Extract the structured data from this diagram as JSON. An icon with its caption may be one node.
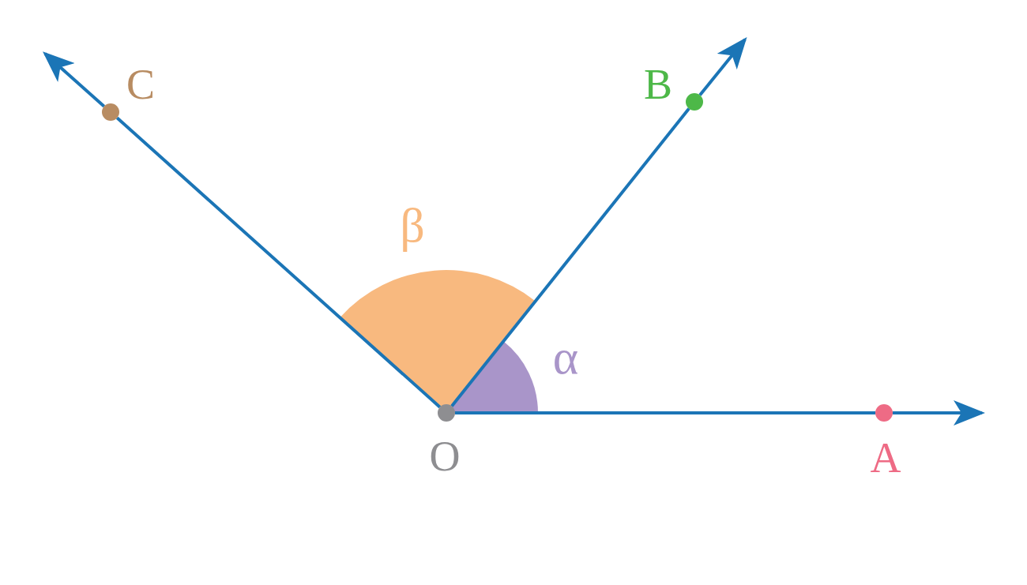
{
  "diagram": {
    "nodes": [
      {
        "text": [
          "O"
        ]
      },
      {
        "text": [
          "A"
        ]
      },
      {
        "text": [
          "B"
        ]
      },
      {
        "text": [
          "C"
        ]
      }
    ],
    "edges": [
      {
        "from": 0,
        "to": 1,
        "arrow": "none"
      },
      {
        "from": 1,
        "to": null,
        "arrow": "to"
      },
      {
        "from": 0,
        "to": 2,
        "arrow": "none"
      },
      {
        "from": 2,
        "to": null,
        "arrow": "to"
      },
      {
        "from": 0,
        "to": 3,
        "arrow": "none"
      },
      {
        "from": 3,
        "to": null,
        "arrow": "to"
      }
    ],
    "labels": [
      "β",
      "α"
    ]
  }
}
